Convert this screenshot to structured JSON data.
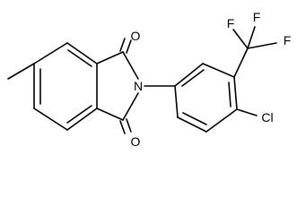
{
  "molecule": {
    "atoms": [
      {
        "id": "O_top",
        "label": "O"
      },
      {
        "id": "O_bottom",
        "label": "O"
      },
      {
        "id": "N_imide",
        "label": "N"
      },
      {
        "id": "Cl",
        "label": "Cl"
      },
      {
        "id": "F_left",
        "label": "F"
      },
      {
        "id": "F_mid",
        "label": "F"
      },
      {
        "id": "F_right",
        "label": "F"
      }
    ]
  }
}
